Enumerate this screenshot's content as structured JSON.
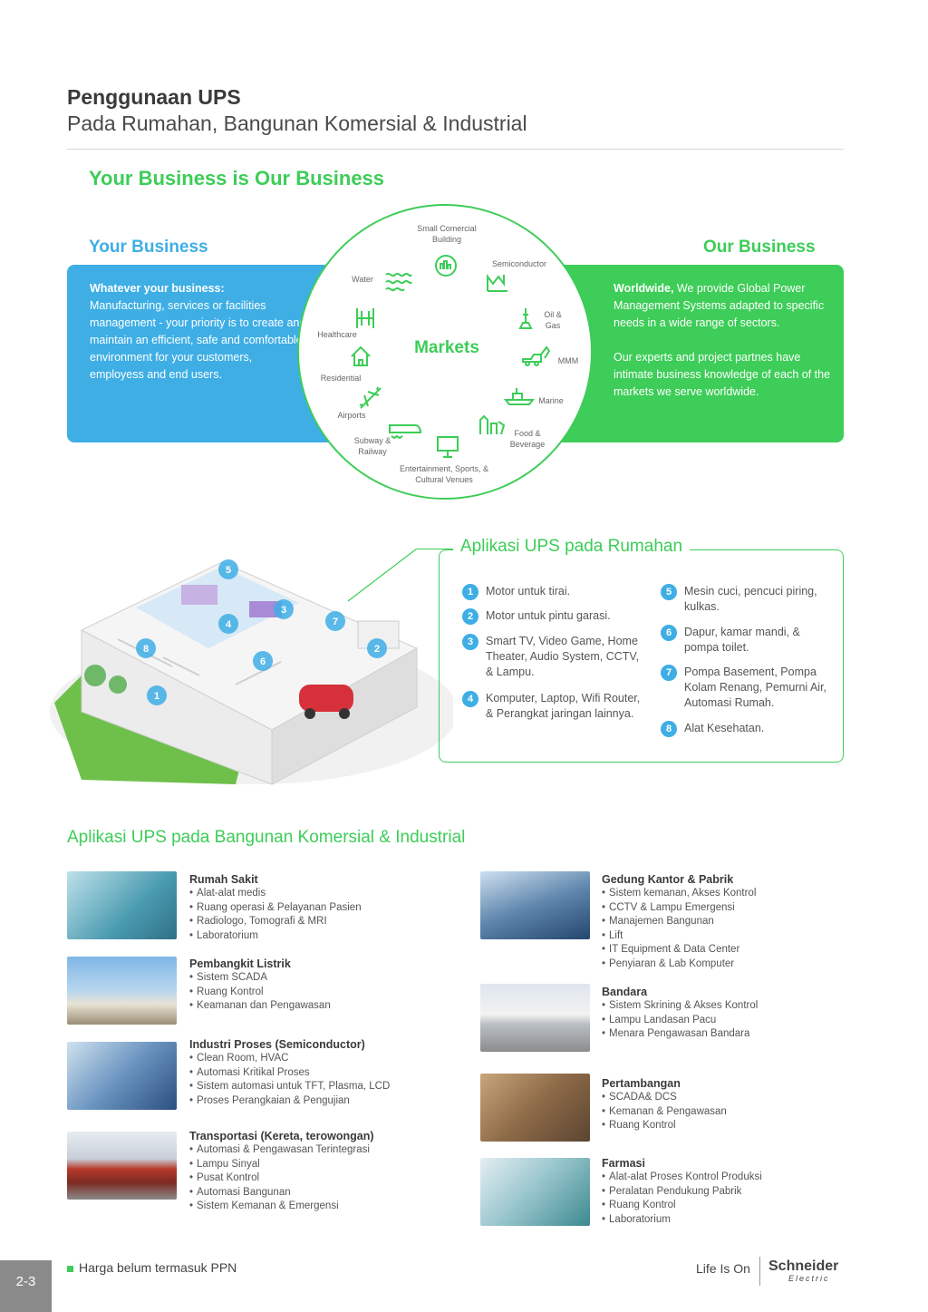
{
  "header": {
    "title": "Penggunaan UPS",
    "subtitle": "Pada Rumahan, Bangunan Komersial & Industrial"
  },
  "business": {
    "heading": "Your Business is Our Business",
    "left_label": "Your Business",
    "right_label": "Our Business",
    "left_bold": "Whatever your business:",
    "left_text": "Manufacturing, services or facilities management - your priority is to create and maintain an efficient, safe and comfortable environment for your customers, employess and end users.",
    "right_bold": "Worldwide,",
    "right_text": " We provide Global Power Management Systems adapted to specific needs in a wide range of sectors.",
    "right_text2": "Our experts and project partnes have intimate business knowledge of each of the markets we serve worldwide.",
    "markets_title": "Markets",
    "markets": [
      "Small Comercial Building",
      "Semiconductor",
      "Oil & Gas",
      "MMM",
      "Marine",
      "Food & Beverage",
      "Entertainment, Sports, & Cultural Venues",
      "Subway & Railway",
      "Airports",
      "Residential",
      "Healthcare",
      "Water"
    ],
    "colors": {
      "blue": "#3eaee5",
      "green": "#3dcd58"
    }
  },
  "rumahan": {
    "title": "Aplikasi UPS pada Rumahan",
    "items": [
      {
        "n": "1",
        "text": "Motor untuk tirai."
      },
      {
        "n": "2",
        "text": "Motor untuk pintu garasi."
      },
      {
        "n": "3",
        "text": "Smart TV, Video Game, Home Theater, Audio System, CCTV, & Lampu."
      },
      {
        "n": "4",
        "text": "Komputer, Laptop, Wifi Router, & Perangkat jaringan lainnya."
      },
      {
        "n": "5",
        "text": "Mesin cuci, pencuci piring, kulkas."
      },
      {
        "n": "6",
        "text": "Dapur, kamar mandi, & pompa toilet."
      },
      {
        "n": "7",
        "text": "Pompa Basement, Pompa Kolam Renang, Pemurni Air, Automasi Rumah."
      },
      {
        "n": "8",
        "text": "Alat Kesehatan."
      }
    ],
    "house_labels": [
      "1",
      "2",
      "3",
      "4",
      "5",
      "6",
      "7",
      "8"
    ]
  },
  "komersial": {
    "title": "Aplikasi UPS pada Bangunan Komersial & Industrial",
    "left": [
      {
        "title": "Rumah Sakit",
        "items": [
          "Alat-alat medis",
          "Ruang operasi & Pelayanan Pasien",
          "Radiologo, Tomografi & MRI",
          "Laboratorium"
        ]
      },
      {
        "title": "Pembangkit Listrik",
        "items": [
          "Sistem SCADA",
          "Ruang Kontrol",
          "Keamanan dan Pengawasan"
        ]
      },
      {
        "title": "Industri Proses (Semiconductor)",
        "items": [
          "Clean Room, HVAC",
          "Automasi Kritikal Proses",
          "Sistem automasi untuk TFT, Plasma, LCD",
          "Proses Perangkaian & Pengujian"
        ]
      },
      {
        "title": "Transportasi (Kereta, terowongan)",
        "items": [
          "Automasi & Pengawasan Terintegrasi",
          "Lampu Sinyal",
          "Pusat Kontrol",
          "Automasi Bangunan",
          "Sistem Kemanan & Emergensi"
        ]
      }
    ],
    "right": [
      {
        "title": "Gedung Kantor & Pabrik",
        "items": [
          "Sistem kemanan, Akses Kontrol",
          "CCTV & Lampu Emergensi",
          "Manajemen Bangunan",
          "Lift",
          "IT Equipment & Data Center",
          "Penyiaran & Lab Komputer"
        ]
      },
      {
        "title": "Bandara",
        "items": [
          "Sistem Skrining & Akses Kontrol",
          "Lampu Landasan Pacu",
          "Menara Pengawasan Bandara"
        ]
      },
      {
        "title": "Pertambangan",
        "items": [
          "SCADA& DCS",
          "Kemanan & Pengawasan",
          "Ruang Kontrol"
        ]
      },
      {
        "title": "Farmasi",
        "items": [
          "Alat-alat Proses Kontrol Produksi",
          "Peralatan Pendukung Pabrik",
          "Ruang Kontrol",
          "Laboratorium"
        ]
      }
    ]
  },
  "footer": {
    "page": "2-3",
    "note": "Harga belum termasuk PPN",
    "tagline": "Life Is On",
    "brand": "Schneider",
    "brand_sub": "Electric"
  }
}
